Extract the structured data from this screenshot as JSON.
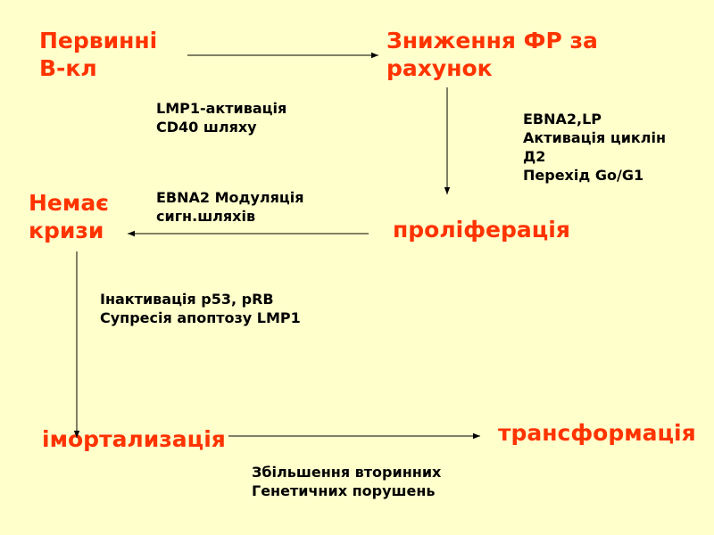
{
  "nodes": {
    "primary_b_cells": {
      "line1": "Первинні",
      "line2": "В-кл"
    },
    "reduced_gf": {
      "line1": "Зниження ФР за",
      "line2": "рахунок"
    },
    "no_crisis": {
      "line1": "Немає",
      "line2": "кризи"
    },
    "proliferation": {
      "line1": "проліферація"
    },
    "immortalization": {
      "line1": "імортализація"
    },
    "transformation": {
      "line1": "трансформація"
    }
  },
  "notes": {
    "lmp1": {
      "line1": "LMP1-активація",
      "line2": "CD40 шляху"
    },
    "ebna2_lp": {
      "line1": "EBNA2,LP",
      "line2": "Активація циклін",
      "line3": "Д2",
      "line4": "Перехід Go/G1"
    },
    "ebna2_mod": {
      "line1": "EBNA2  Модуляція",
      "line2": "сигн.шляхів"
    },
    "p53": {
      "line1": "Інактивація р53, pRB",
      "line2": "Супресія апоптозу LMP1"
    },
    "secondary": {
      "line1": "Збільшення вторинних",
      "line2": "Генетичних порушень"
    }
  },
  "colors": {
    "background": "#FFFFCC",
    "node_text": "#FF3300",
    "note_text": "#000000",
    "arrow": "#000000"
  }
}
